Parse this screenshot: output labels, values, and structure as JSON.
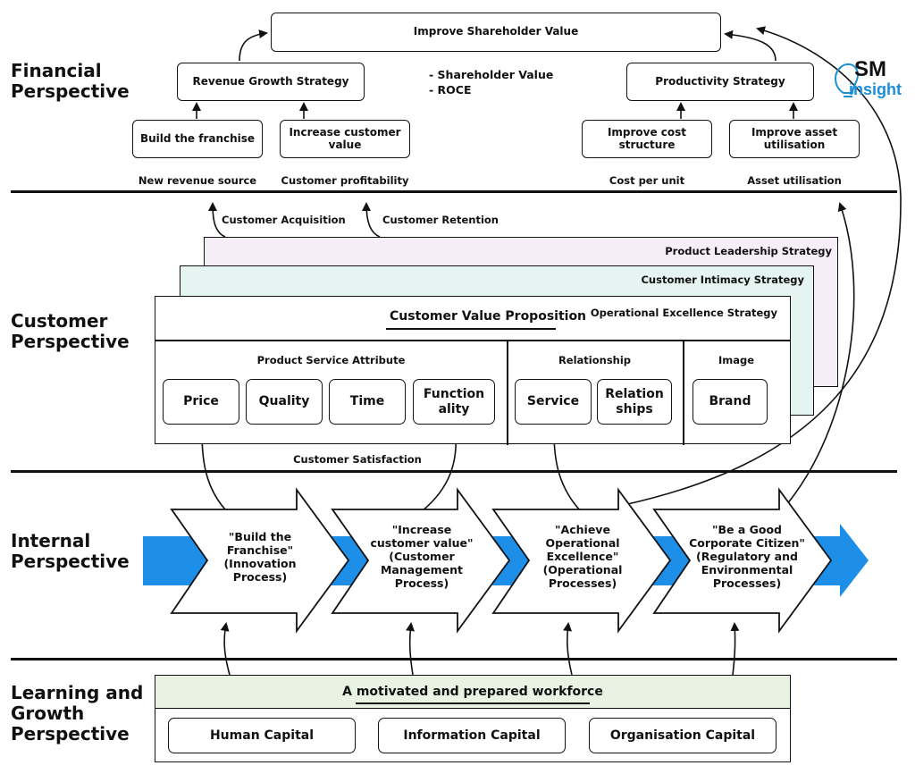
{
  "logo": {
    "sm": "SM",
    "insight": "insight"
  },
  "perspectives": {
    "financial": "Financial\nPerspective",
    "customer": "Customer\nPerspective",
    "internal": "Internal\nPerspective",
    "learning": "Learning and\nGrowth\nPerspective"
  },
  "financial": {
    "top_goal": "Improve Shareholder Value",
    "revenue_strategy": "Revenue Growth Strategy",
    "productivity_strategy": "Productivity Strategy",
    "metrics": [
      "- Shareholder Value",
      "- ROCE"
    ],
    "build_franchise": "Build the franchise",
    "increase_value": "Increase customer value",
    "improve_cost": "Improve cost structure",
    "improve_asset": "Improve asset utilisation",
    "measures": {
      "new_revenue": "New revenue source",
      "profitability": "Customer profitability",
      "cost_unit": "Cost per unit",
      "asset_util": "Asset utilisation"
    }
  },
  "customer": {
    "acquisition": "Customer Acquisition",
    "retention": "Customer Retention",
    "product_leadership": "Product Leadership Strategy",
    "customer_intimacy": "Customer Intimacy Strategy",
    "operational_excellence": "Operational Excellence Strategy",
    "cvp_title": "Customer Value Proposition",
    "section_product": "Product Service Attribute",
    "section_relationship": "Relationship",
    "section_image": "Image",
    "price": "Price",
    "quality": "Quality",
    "time": "Time",
    "functionality": "Function\nality",
    "service": "Service",
    "relationships": "Relation\nships",
    "brand": "Brand",
    "satisfaction": "Customer Satisfaction"
  },
  "internal": {
    "processes": [
      "\"Build the\nFranchise\"\n(Innovation\nProcess)",
      "\"Increase\ncustomer value\"\n(Customer\nManagement\nProcess)",
      "\"Achieve\nOperational\nExcellence\"\n(Operational\nProcesses)",
      "\"Be a Good\nCorporate Citizen\"\n(Regulatory and\nEnvironmental\nProcesses)"
    ],
    "flow_color": "#1e8fe8"
  },
  "learning": {
    "workforce": "A motivated and prepared workforce",
    "human": "Human Capital",
    "information": "Information Capital",
    "organisation": "Organisation Capital",
    "panel_color": "#e8f3e3"
  },
  "colors": {
    "product_leadership_bg": "#f6eef6",
    "customer_intimacy_bg": "#e6f4f1",
    "accent_blue": "#1e8fe8"
  }
}
